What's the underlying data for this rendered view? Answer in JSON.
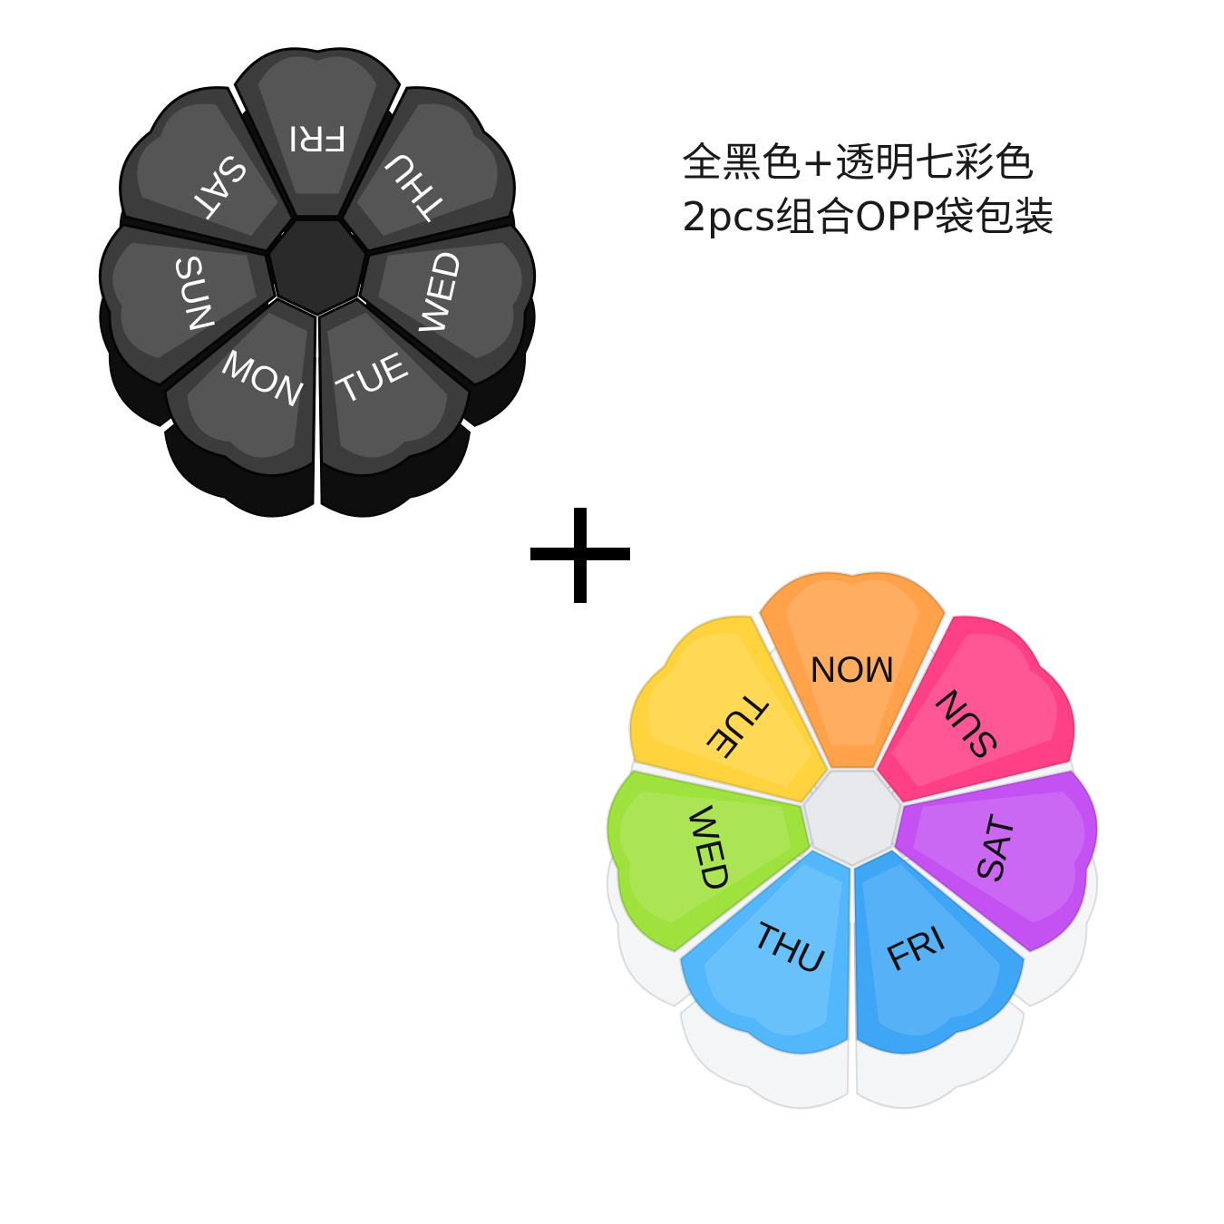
{
  "caption": {
    "line1": "全黑色+透明七彩色",
    "line2": "2pcs组合OPP袋包装"
  },
  "black_organizer": {
    "days": [
      "FRI",
      "THU",
      "WED",
      "TUE",
      "MON",
      "SUN",
      "SAT"
    ],
    "lid_color": "#3c3c3c",
    "base_color": "#0e0e0e",
    "label_color": "#ffffff"
  },
  "rainbow_organizer": {
    "days": [
      {
        "label": "MON",
        "color": "#ffa24a"
      },
      {
        "label": "SUN",
        "color": "#ff3f86"
      },
      {
        "label": "SAT",
        "color": "#c452f2"
      },
      {
        "label": "FRI",
        "color": "#3fa6f5"
      },
      {
        "label": "THU",
        "color": "#53b8fb"
      },
      {
        "label": "WED",
        "color": "#9fe23d"
      },
      {
        "label": "TUE",
        "color": "#ffd33d"
      }
    ],
    "base_color": "#f4f5f7",
    "label_color": "#111111"
  }
}
